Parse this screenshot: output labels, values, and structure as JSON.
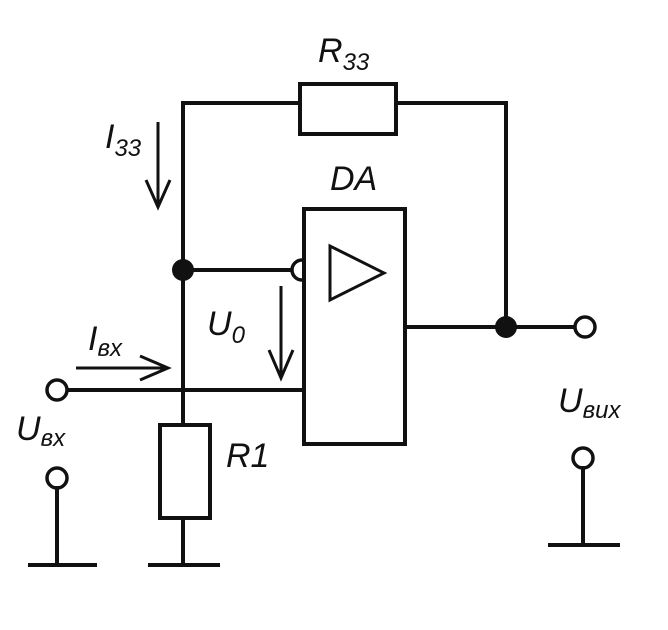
{
  "labels": {
    "feedback_resistor": {
      "main": "R",
      "sub": "33"
    },
    "feedback_current": {
      "main": "I",
      "sub": "33"
    },
    "opamp": "DA",
    "diff_voltage": {
      "main": "U",
      "sub": "0"
    },
    "input_current": {
      "main": "I",
      "sub": "вх"
    },
    "input_voltage": {
      "main": "U",
      "sub": "вх"
    },
    "resistor_r1": "R1",
    "output_voltage": {
      "main": "U",
      "sub": "вих"
    }
  }
}
